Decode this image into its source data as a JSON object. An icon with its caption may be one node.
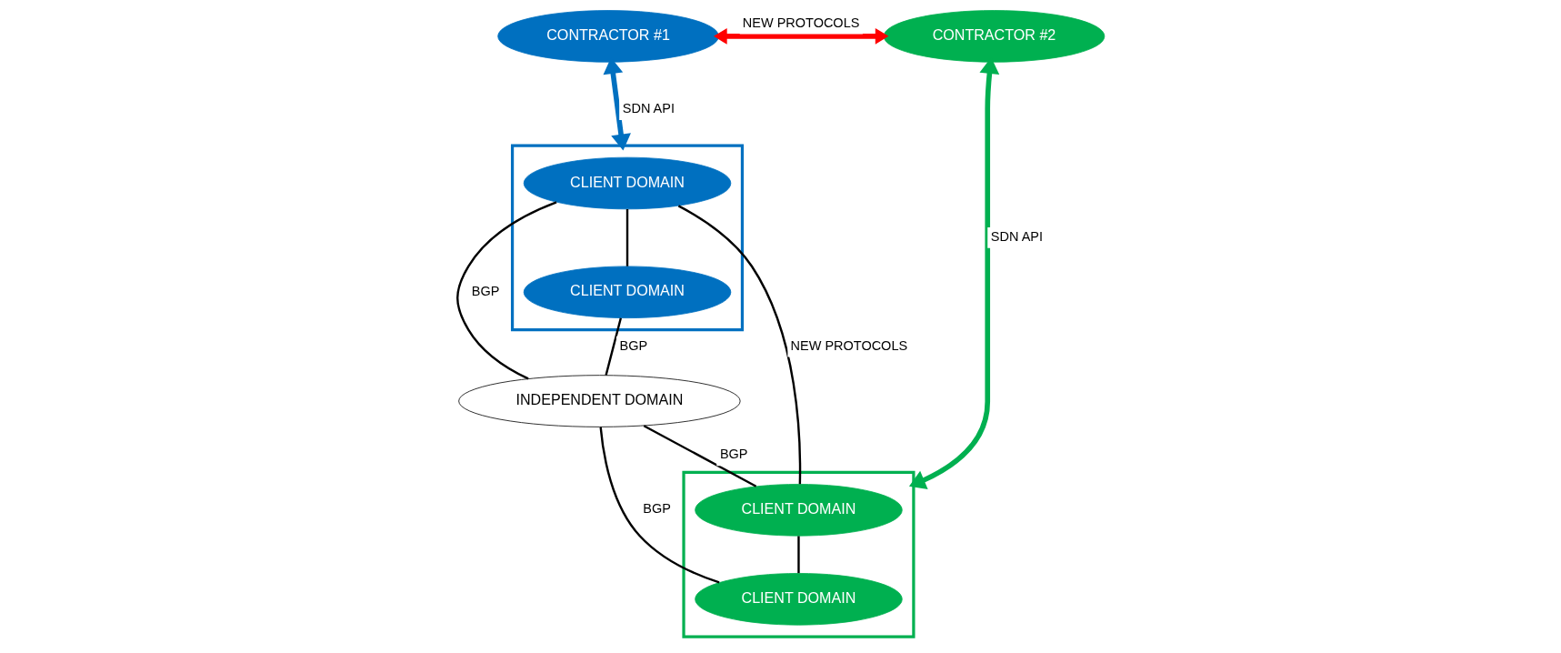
{
  "diagram": {
    "nodes": [
      {
        "text": [
          "CONTRACTOR #1"
        ]
      },
      {
        "text": [
          "CONTRACTOR #2"
        ]
      },
      {
        "text": [],
        "shape": "box"
      },
      {
        "text": [
          "CLIENT DOMAIN"
        ],
        "in": 2
      },
      {
        "text": [
          "CLIENT DOMAIN"
        ],
        "in": 2
      },
      {
        "text": [
          "INDEPENDENT DOMAIN"
        ]
      },
      {
        "text": [],
        "shape": "box"
      },
      {
        "text": [
          "CLIENT DOMAIN"
        ],
        "in": 6
      },
      {
        "text": [
          "CLIENT DOMAIN"
        ],
        "in": 6
      }
    ],
    "edges": [
      {
        "from": 0,
        "to": 1,
        "arrow": "both",
        "label": "NEW PROTOCOLS",
        "style": "thick",
        "color": "#ff0000"
      },
      {
        "from": 0,
        "to": 2,
        "arrow": "both",
        "label": "SDN API",
        "style": "thick",
        "color": "#0070c0"
      },
      {
        "from": 1,
        "to": 6,
        "arrow": "both",
        "label": "SDN API",
        "style": "thick",
        "color": "#00b050"
      },
      {
        "from": 3,
        "to": 7,
        "arrow": "none",
        "label": "NEW PROTOCOLS"
      },
      {
        "from": 3,
        "to": 5,
        "arrow": "none",
        "label": "BGP"
      },
      {
        "from": 4,
        "to": 5,
        "arrow": "none",
        "label": "BGP"
      },
      {
        "from": 5,
        "to": 7,
        "arrow": "none",
        "label": "BGP"
      },
      {
        "from": 5,
        "to": 8,
        "arrow": "none",
        "label": "BGP"
      },
      {
        "from": 3,
        "to": 4,
        "arrow": "none"
      },
      {
        "from": 7,
        "to": 8,
        "arrow": "none"
      }
    ]
  }
}
